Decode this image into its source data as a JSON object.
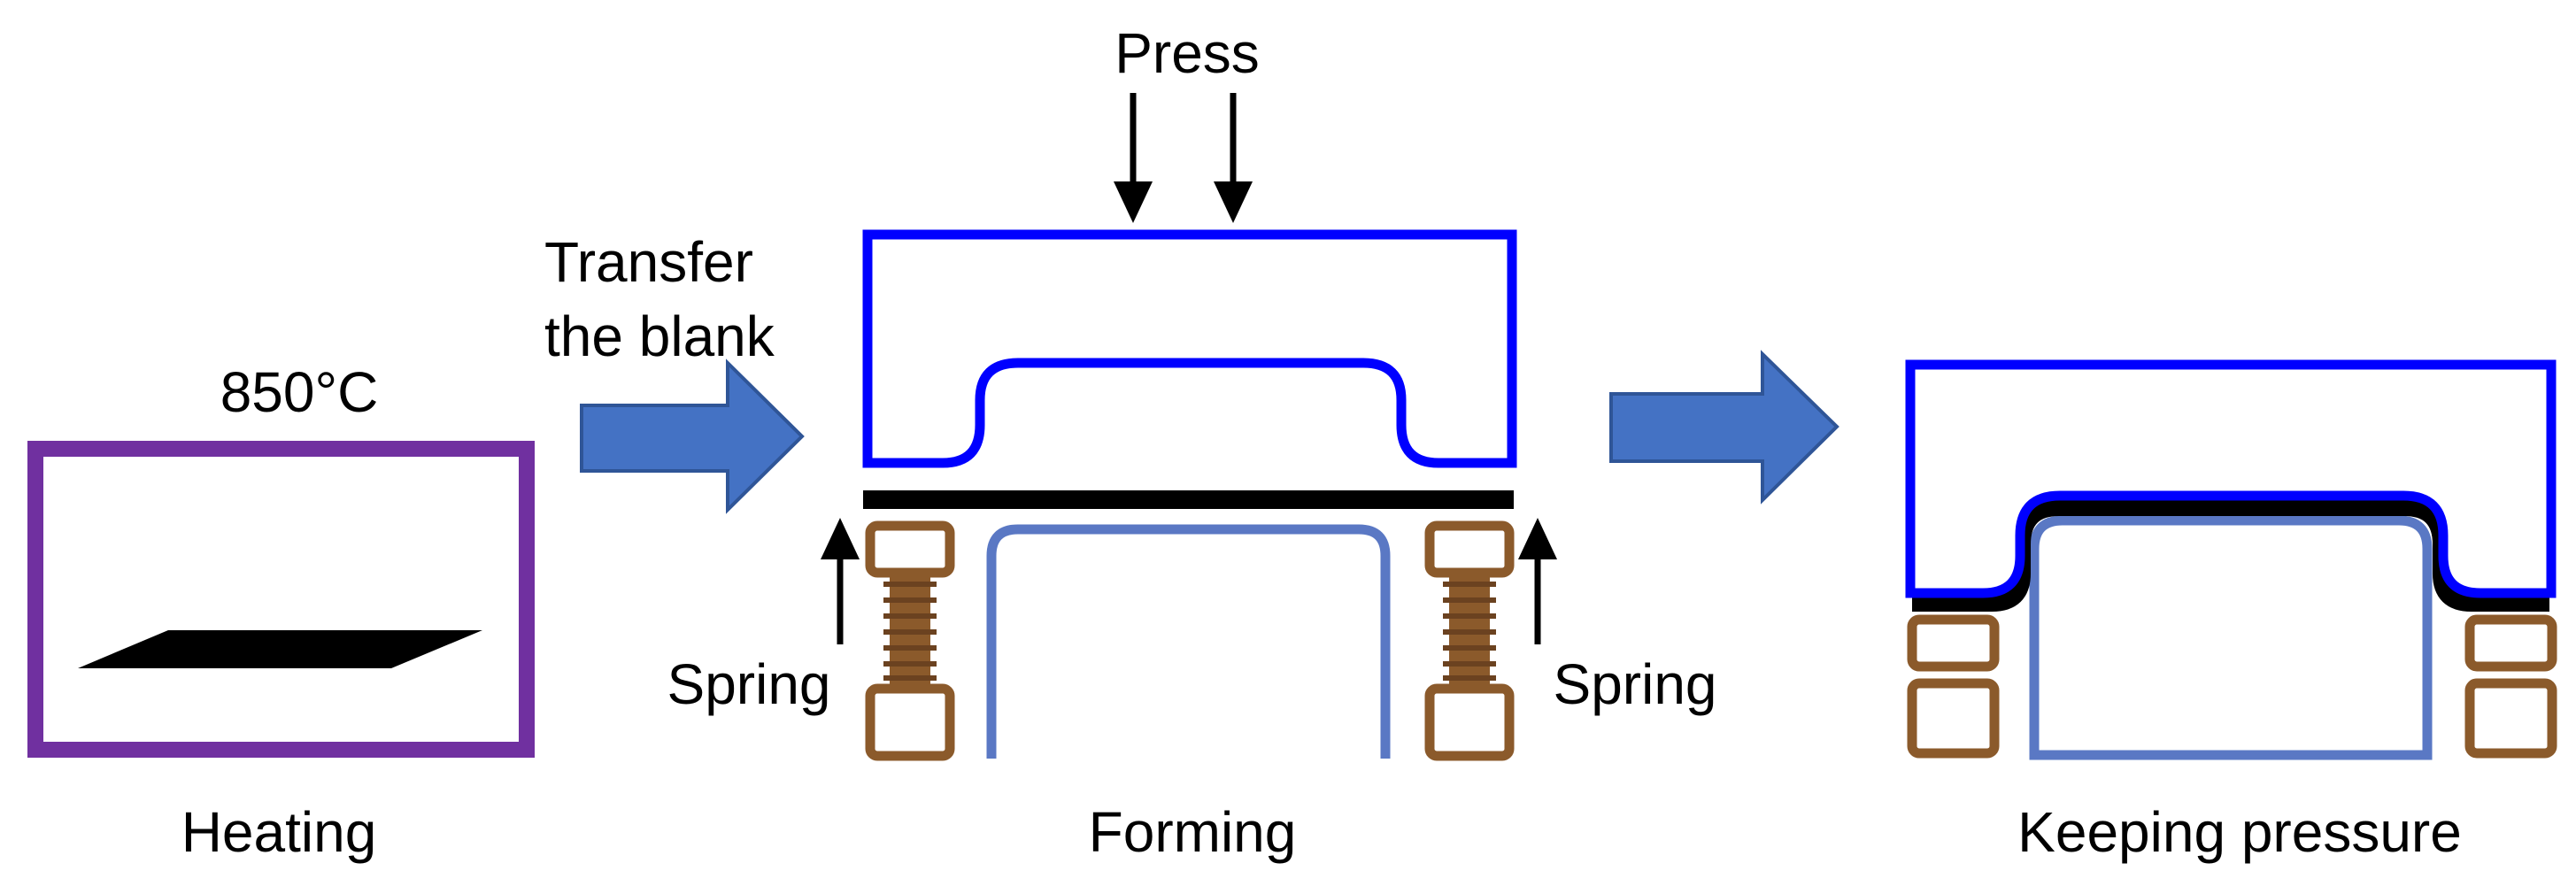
{
  "labels": {
    "press": "Press",
    "transfer_line1": "Transfer",
    "transfer_line2": "the blank",
    "temperature": "850°C",
    "spring_left": "Spring",
    "spring_right": "Spring",
    "heating": "Heating",
    "forming": "Forming",
    "keeping": "Keeping pressure"
  },
  "colors": {
    "furnace": "#7030a0",
    "punch": "#0000ff",
    "die": "#5a78c4",
    "spring": "#8b5a2b",
    "arrow_fill": "#4472c4",
    "arrow_stroke": "#2f5597",
    "blank": "#000000"
  }
}
